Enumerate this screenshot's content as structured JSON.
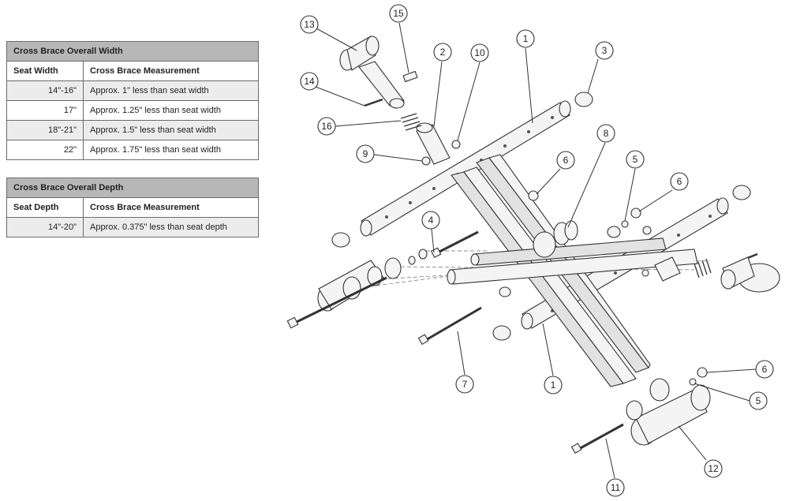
{
  "width_table": {
    "title": "Cross Brace Overall Width",
    "col1": "Seat Width",
    "col2": "Cross Brace Measurement",
    "rows": [
      {
        "size": "14\"-16\"",
        "measure": "Approx. 1\" less than seat width"
      },
      {
        "size": "17\"",
        "measure": "Approx. 1.25\" less than seat width"
      },
      {
        "size": "18\"-21\"",
        "measure": "Approx. 1.5\" less than seat width"
      },
      {
        "size": "22\"",
        "measure": "Approx. 1.75\" less than seat width"
      }
    ]
  },
  "depth_table": {
    "title": "Cross Brace Overall Depth",
    "col1": "Seat Depth",
    "col2": "Cross Brace Measurement",
    "rows": [
      {
        "size": "14\"-20\"",
        "measure": "Approx. 0.375\" less than seat depth"
      }
    ]
  },
  "callouts": [
    "13",
    "15",
    "2",
    "10",
    "1",
    "3",
    "14",
    "16",
    "9",
    "8",
    "6",
    "5",
    "6",
    "4",
    "7",
    "1",
    "6",
    "5",
    "11",
    "12"
  ]
}
